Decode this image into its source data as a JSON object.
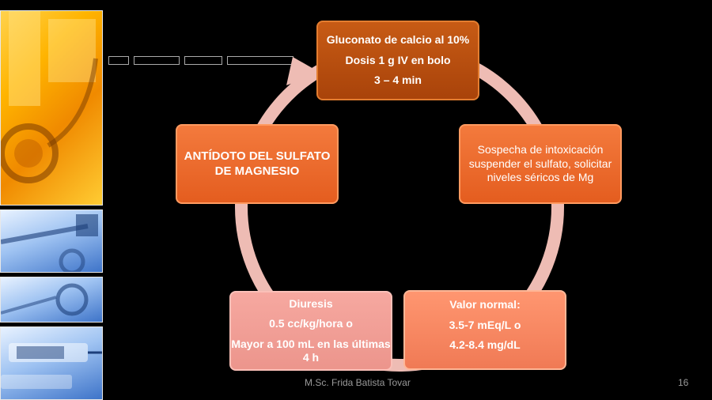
{
  "diagram": {
    "nodes": [
      {
        "id": "calcio",
        "lines": [
          "Gluconato de calcio al 10%",
          "Dosis 1 g IV en bolo",
          "3 – 4 min"
        ]
      },
      {
        "id": "sospecha",
        "lines": [
          "Sospecha de intoxicación suspender el sulfato, solicitar niveles séricos de Mg"
        ]
      },
      {
        "id": "valor",
        "lines": [
          "Valor normal:",
          "3.5-7 mEq/L  o",
          "4.2-8.4 mg/dL"
        ]
      },
      {
        "id": "diuresis",
        "lines": [
          "Diuresis",
          "0.5 cc/kg/hora  o",
          "Mayor a 100 mL en las últimas 4 h"
        ]
      },
      {
        "id": "antidoto",
        "lines": [
          "ANTÍDOTO DEL SULFATO DE MAGNESIO"
        ]
      }
    ],
    "ring_color": "#eebcb4"
  },
  "footer": {
    "author": "M.Sc. Frida Batista Tovar",
    "slide_number": "16"
  }
}
